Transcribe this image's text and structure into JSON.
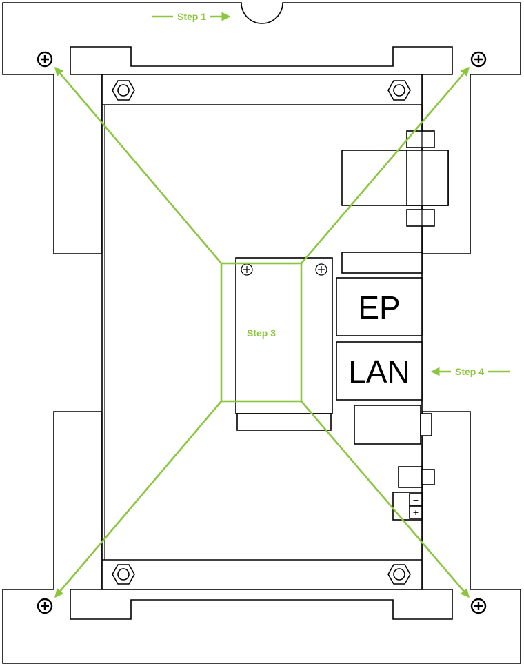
{
  "colors": {
    "accent": "#8cc63f",
    "line": "#000000",
    "background": "#ffffff"
  },
  "labels": {
    "step1": "Step 1",
    "step3": "Step 3",
    "step4": "Step 4",
    "ep_port": "EP",
    "lan_port": "LAN",
    "terminal_minus": "−",
    "terminal_plus": "+"
  },
  "icons": {
    "mount_screw": "screw-plus-icon",
    "hex_standoff": "hex-nut-icon"
  }
}
